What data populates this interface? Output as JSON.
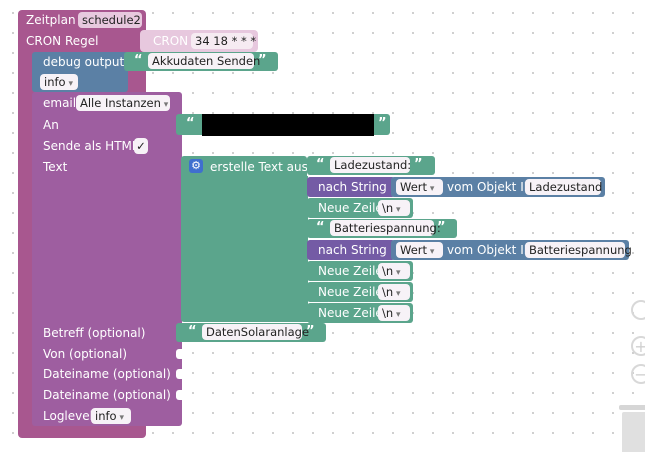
{
  "schedule": {
    "label": "Zeitplan",
    "name": "schedule2"
  },
  "cron": {
    "label": "CRON Regel",
    "chip_label": "CRON",
    "expression": "34 18 * * *"
  },
  "debug": {
    "label": "debug output",
    "text": "Akkudaten Senden",
    "level": "info"
  },
  "email": {
    "label": "email",
    "instance": "Alle Instanzen",
    "an_label": "An",
    "html_label": "Sende als HTML",
    "html_checked": "✓",
    "text_label": "Text",
    "betreff_label": "Betreff (optional)",
    "betreff_value": "DatenSolaranlage",
    "von_label": "Von (optional)",
    "datei1_label": "Dateiname (optional)",
    "datei2_label": "Dateiname (optional)",
    "loglevel_label": "Loglevel",
    "loglevel_value": "info"
  },
  "text_join": {
    "label": "erstelle Text aus",
    "items": {
      "ladezustand_text": "Ladezustand:",
      "nach_string": "nach String",
      "wert": "Wert",
      "vom_objekt": "vom Objekt ID",
      "ladezustand_id": "Ladezustand",
      "neue_zeile": "Neue Zeile",
      "newline": "\\n",
      "batterie_text": "Batteriespannung:",
      "batterie_id": "Batteriespannung"
    }
  },
  "quote_open": "“",
  "quote_close": "”",
  "colors": {
    "schedule": "#a8578f",
    "trigger": "#a55b80",
    "debug": "#5b80a5",
    "email": "#9e5ea0",
    "text": "#5ba58c",
    "string": "#5ba58c",
    "convert": "#745ba5",
    "object": "#5b80a5",
    "cron_chip": "#e7c8de"
  }
}
